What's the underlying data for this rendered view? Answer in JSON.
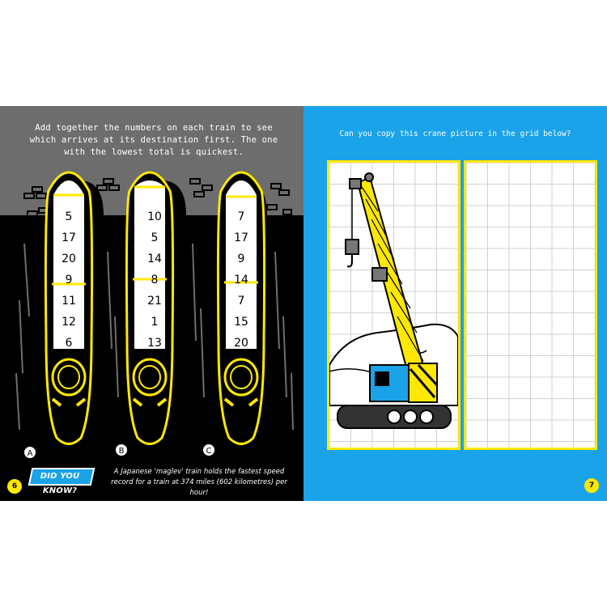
{
  "left_page": {
    "intro": "Add together the numbers on each train to see which arrives at its destination first. The one with the lowest total is quickest.",
    "trains": [
      {
        "label": "A",
        "numbers": [
          "5",
          "17",
          "20",
          "9",
          "11",
          "12",
          "6"
        ]
      },
      {
        "label": "B",
        "numbers": [
          "10",
          "5",
          "14",
          "8",
          "21",
          "1",
          "13"
        ]
      },
      {
        "label": "C",
        "numbers": [
          "7",
          "17",
          "9",
          "14",
          "7",
          "15",
          "20"
        ]
      }
    ],
    "did_you_know": "DID YOU KNOW?",
    "fact": "A Japanese 'maglev' train holds the fastest speed record for a train at 374 miles (602 kilometres) per hour!",
    "page_number": "6"
  },
  "right_page": {
    "instruction": "Can you copy this crane picture in the grid below?",
    "page_number": "7"
  },
  "colors": {
    "left_bg": "#000000",
    "tunnel_grey": "#6d6d6d",
    "yellow": "#ffe800",
    "blue": "#1aa3e8"
  }
}
